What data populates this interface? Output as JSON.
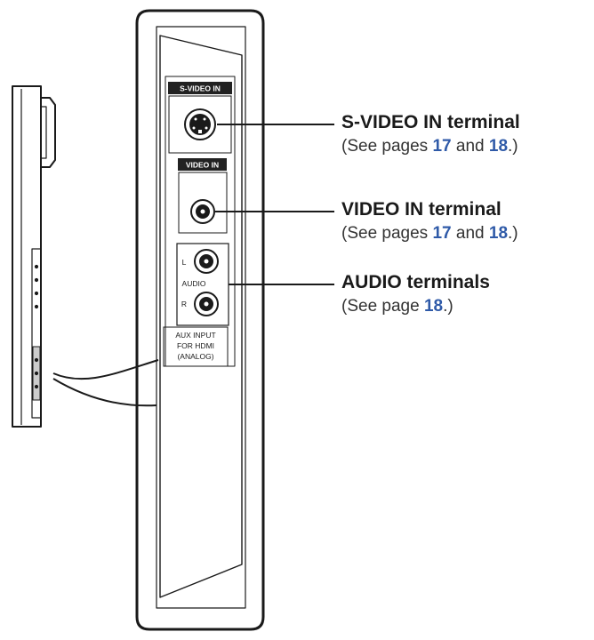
{
  "panel_labels": {
    "svideo_in": "S-VIDEO IN",
    "video_in": "VIDEO IN",
    "audio_l": "L",
    "audio_word": "AUDIO",
    "audio_r": "R",
    "aux_line1": "AUX INPUT",
    "aux_line2": "FOR HDMI",
    "aux_line3": "(ANALOG)"
  },
  "callouts": {
    "svideo": {
      "title": "S-VIDEO IN terminal",
      "sub_prefix": "(See pages ",
      "page_a": "17",
      "sub_mid": " and ",
      "page_b": "18",
      "sub_suffix": ".)"
    },
    "video": {
      "title": "VIDEO IN terminal",
      "sub_prefix": "(See pages ",
      "page_a": "17",
      "sub_mid": " and ",
      "page_b": "18",
      "sub_suffix": ".)"
    },
    "audio": {
      "title": "AUDIO terminals",
      "sub_prefix": "(See page ",
      "page_a": "18",
      "sub_suffix": ".)"
    }
  },
  "colors": {
    "outline": "#1a1a1a",
    "page_link": "#2f5aa8",
    "label_box": "#222222",
    "background": "#ffffff"
  }
}
